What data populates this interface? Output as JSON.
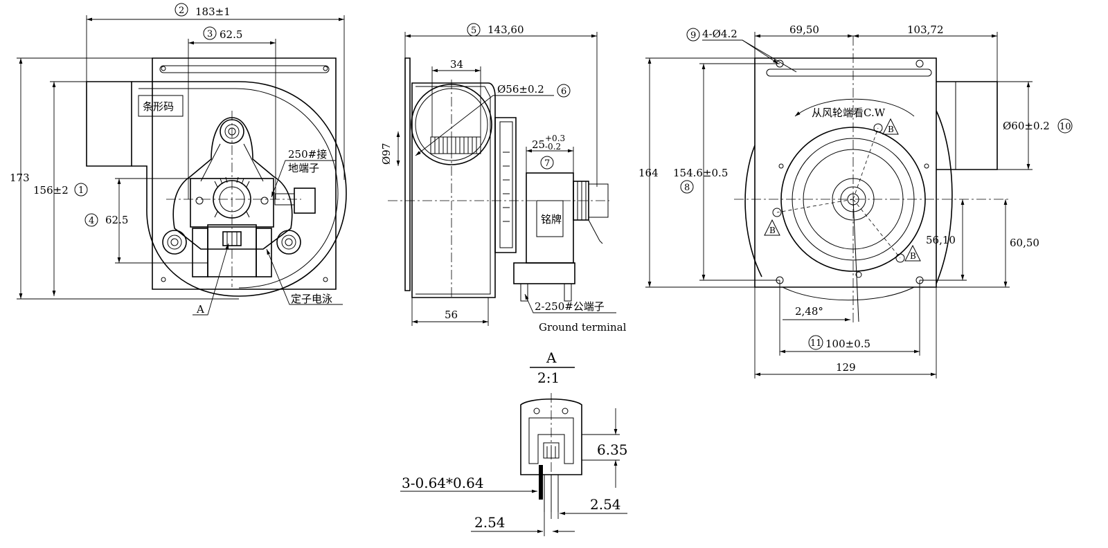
{
  "view_left": {
    "dims": {
      "overall_width": "183±1",
      "inner_width": "62.5",
      "overall_height": "173",
      "outlet_height": "156±2",
      "mount_height": "62.5"
    },
    "balloons": {
      "b1": "1",
      "b2": "2",
      "b3": "3",
      "b4": "4"
    },
    "labels": {
      "barcode": "条形码",
      "ground_line1": "250#接",
      "ground_line2": "地端子",
      "stator": "定子电泳",
      "detail_ref": "A"
    }
  },
  "view_side": {
    "dims": {
      "overall_length": "143,60",
      "outlet_width": "34",
      "outlet_dia": "Ø56±0.2",
      "housing_dia": "Ø97",
      "body_depth": "56",
      "bracket_main": "25",
      "bracket_plus": "+0.3",
      "bracket_minus": "-0.2"
    },
    "balloons": {
      "b5": "5",
      "b6": "6",
      "b7": "7"
    },
    "labels": {
      "nameplate": "铭牌",
      "terminal": "2-250#公端子",
      "ground_terminal": "Ground terminal"
    }
  },
  "view_right": {
    "dims": {
      "holes": "4-Ø4.2",
      "left_offset": "69,50",
      "right_offset": "103,72",
      "total_height": "164",
      "hole_span_v": "154.6±0.5",
      "inlet_dia": "Ø60±0.2",
      "center_to_hole": "56,10",
      "center_to_bottom": "60,50",
      "angle": "2,48°",
      "hole_span_h": "100±0.5",
      "plate_width": "129"
    },
    "balloons": {
      "b8": "8",
      "b9": "9",
      "b10": "10",
      "b11": "11"
    },
    "labels": {
      "rotation": "从风轮端看C.W",
      "mark_b": "B"
    }
  },
  "detail_a": {
    "title": "A",
    "scale": "2:1",
    "dims": {
      "height": "6.35",
      "pin_size": "3-0.64*0.64",
      "pitch_right": "2.54",
      "pitch_left": "2.54"
    }
  }
}
